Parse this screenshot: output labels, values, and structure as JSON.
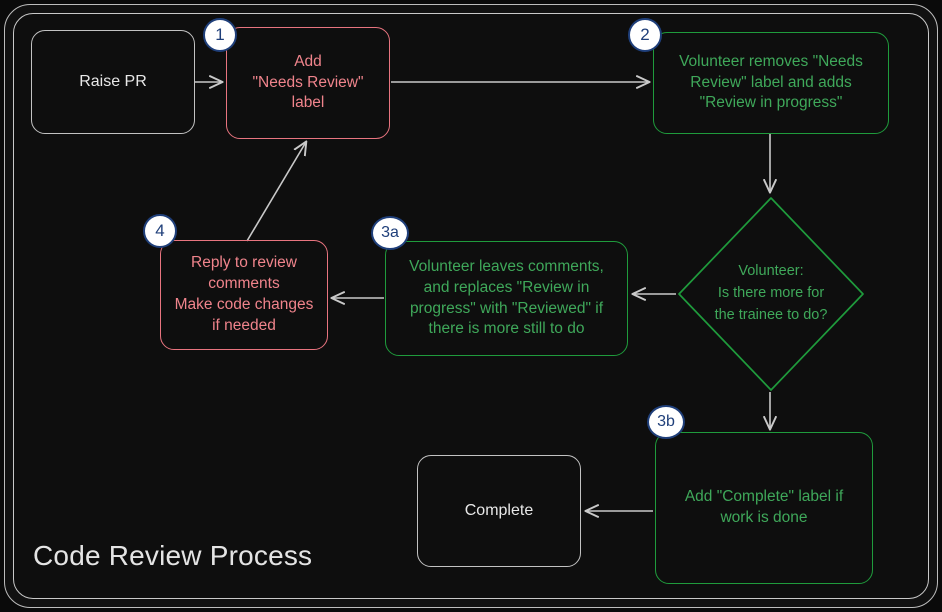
{
  "diagram": {
    "title": "Code Review Process",
    "type": "flowchart",
    "theme": {
      "background": "#0e0e0e",
      "frame_border": "#c9c9c9",
      "neutral_node": "#c2c2c2",
      "neutral_text": "#e8e8e8",
      "red_node": "#e8747f",
      "red_text": "#f0848c",
      "green_node": "#1f9b3c",
      "green_text": "#3fa85a",
      "badge_fill": "#ffffff",
      "badge_border": "#1f3f7a",
      "edge_color": "#c9c9c9"
    },
    "nodes": [
      {
        "id": "raise-pr",
        "label": "Raise PR",
        "style": "plain",
        "badge": null
      },
      {
        "id": "add-label",
        "label": "Add\n\"Needs Review\"\nlabel",
        "style": "red",
        "badge": "1"
      },
      {
        "id": "volunteer-swap",
        "label": "Volunteer removes \"Needs\nReview\" label and adds\n\"Review in progress\"",
        "style": "green",
        "badge": "2"
      },
      {
        "id": "decision",
        "label": "Volunteer:\nIs there more for\nthe trainee to do?",
        "style": "green-diamond",
        "badge": null
      },
      {
        "id": "leave-comments",
        "label": "Volunteer leaves comments,\nand replaces \"Review in\nprogress\" with \"Reviewed\" if\nthere is more still to do",
        "style": "green",
        "badge": "3a"
      },
      {
        "id": "reply-comments",
        "label": "Reply to review\ncomments\nMake code changes\nif needed",
        "style": "red",
        "badge": "4"
      },
      {
        "id": "add-complete",
        "label": "Add \"Complete\" label if\nwork is done",
        "style": "green",
        "badge": "3b"
      },
      {
        "id": "complete",
        "label": "Complete",
        "style": "plain",
        "badge": null
      }
    ],
    "edges": [
      {
        "from": "raise-pr",
        "to": "add-label",
        "label": ""
      },
      {
        "from": "add-label",
        "to": "volunteer-swap",
        "label": ""
      },
      {
        "from": "volunteer-swap",
        "to": "decision",
        "label": ""
      },
      {
        "from": "decision",
        "to": "leave-comments",
        "label": ""
      },
      {
        "from": "decision",
        "to": "add-complete",
        "label": ""
      },
      {
        "from": "leave-comments",
        "to": "reply-comments",
        "label": ""
      },
      {
        "from": "reply-comments",
        "to": "add-label",
        "label": ""
      },
      {
        "from": "add-complete",
        "to": "complete",
        "label": ""
      }
    ]
  }
}
